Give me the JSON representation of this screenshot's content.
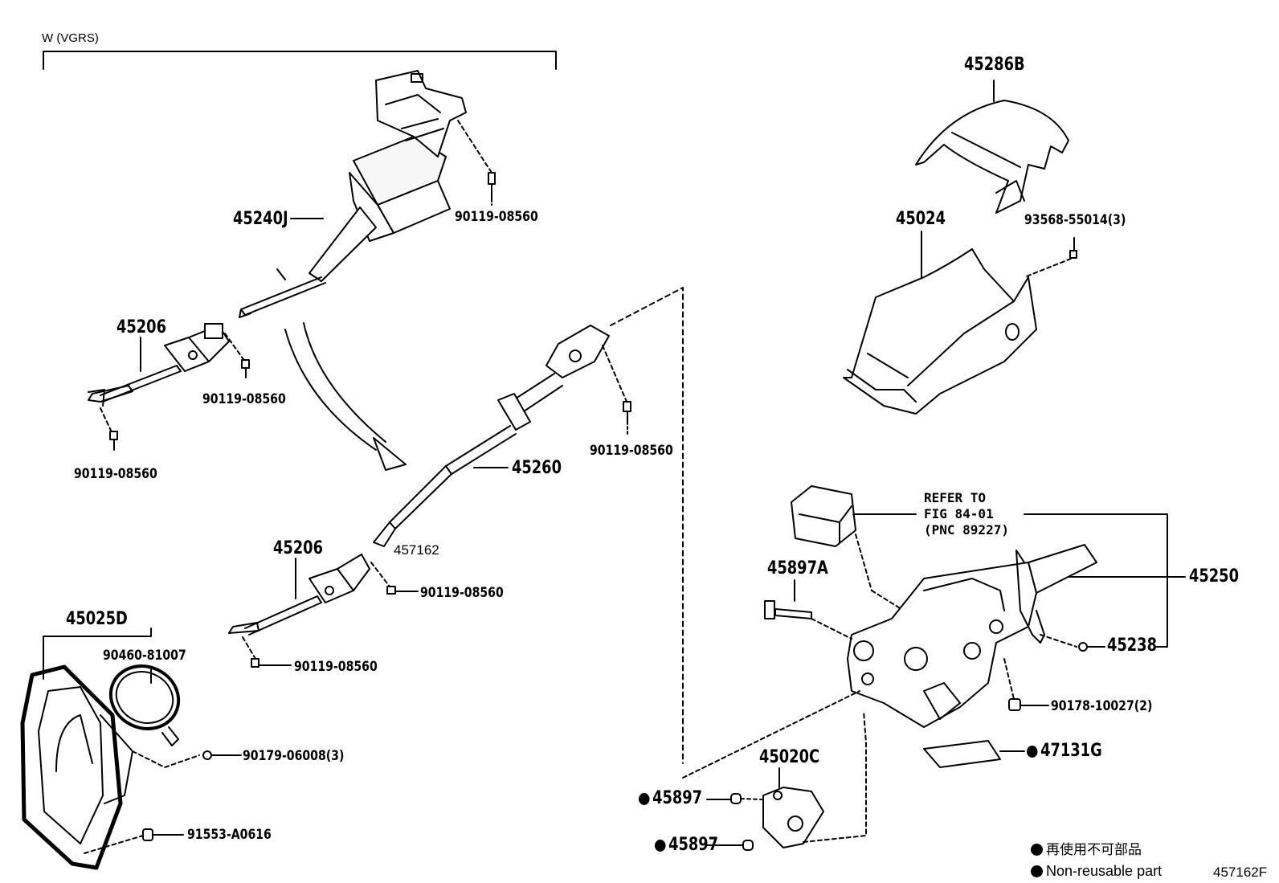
{
  "variant_label": "W (VGRS)",
  "parts": {
    "p45286B": "45286B",
    "p45024": "45024",
    "p93568": "93568-55014(3)",
    "p45240J": "45240J",
    "p90119_a": "90119-08560",
    "p45206_a": "45206",
    "p90119_b": "90119-08560",
    "p90119_c": "90119-08560",
    "p90119_d": "90119-08560",
    "p45260": "45260",
    "p457162_small": "457162",
    "p45206_b": "45206",
    "p90119_e": "90119-08560",
    "p90119_f": "90119-08560",
    "p45025D": "45025D",
    "p90460": "90460-81007",
    "p90179": "90179-06008(3)",
    "p91553": "91553-A0616",
    "p45897A": "45897A",
    "p45250": "45250",
    "p45238": "45238",
    "p90178": "90178-10027(2)",
    "p47131G": "47131G",
    "p45020C": "45020C",
    "p45897_a": "45897",
    "p45897_b": "45897"
  },
  "refer": {
    "line1": "REFER TO",
    "line2": "FIG 84-01",
    "line3": "(PNC 89227)"
  },
  "legend": {
    "jp": "再使用不可部品",
    "en": "Non-reusable part"
  },
  "figure_id": "457162F"
}
